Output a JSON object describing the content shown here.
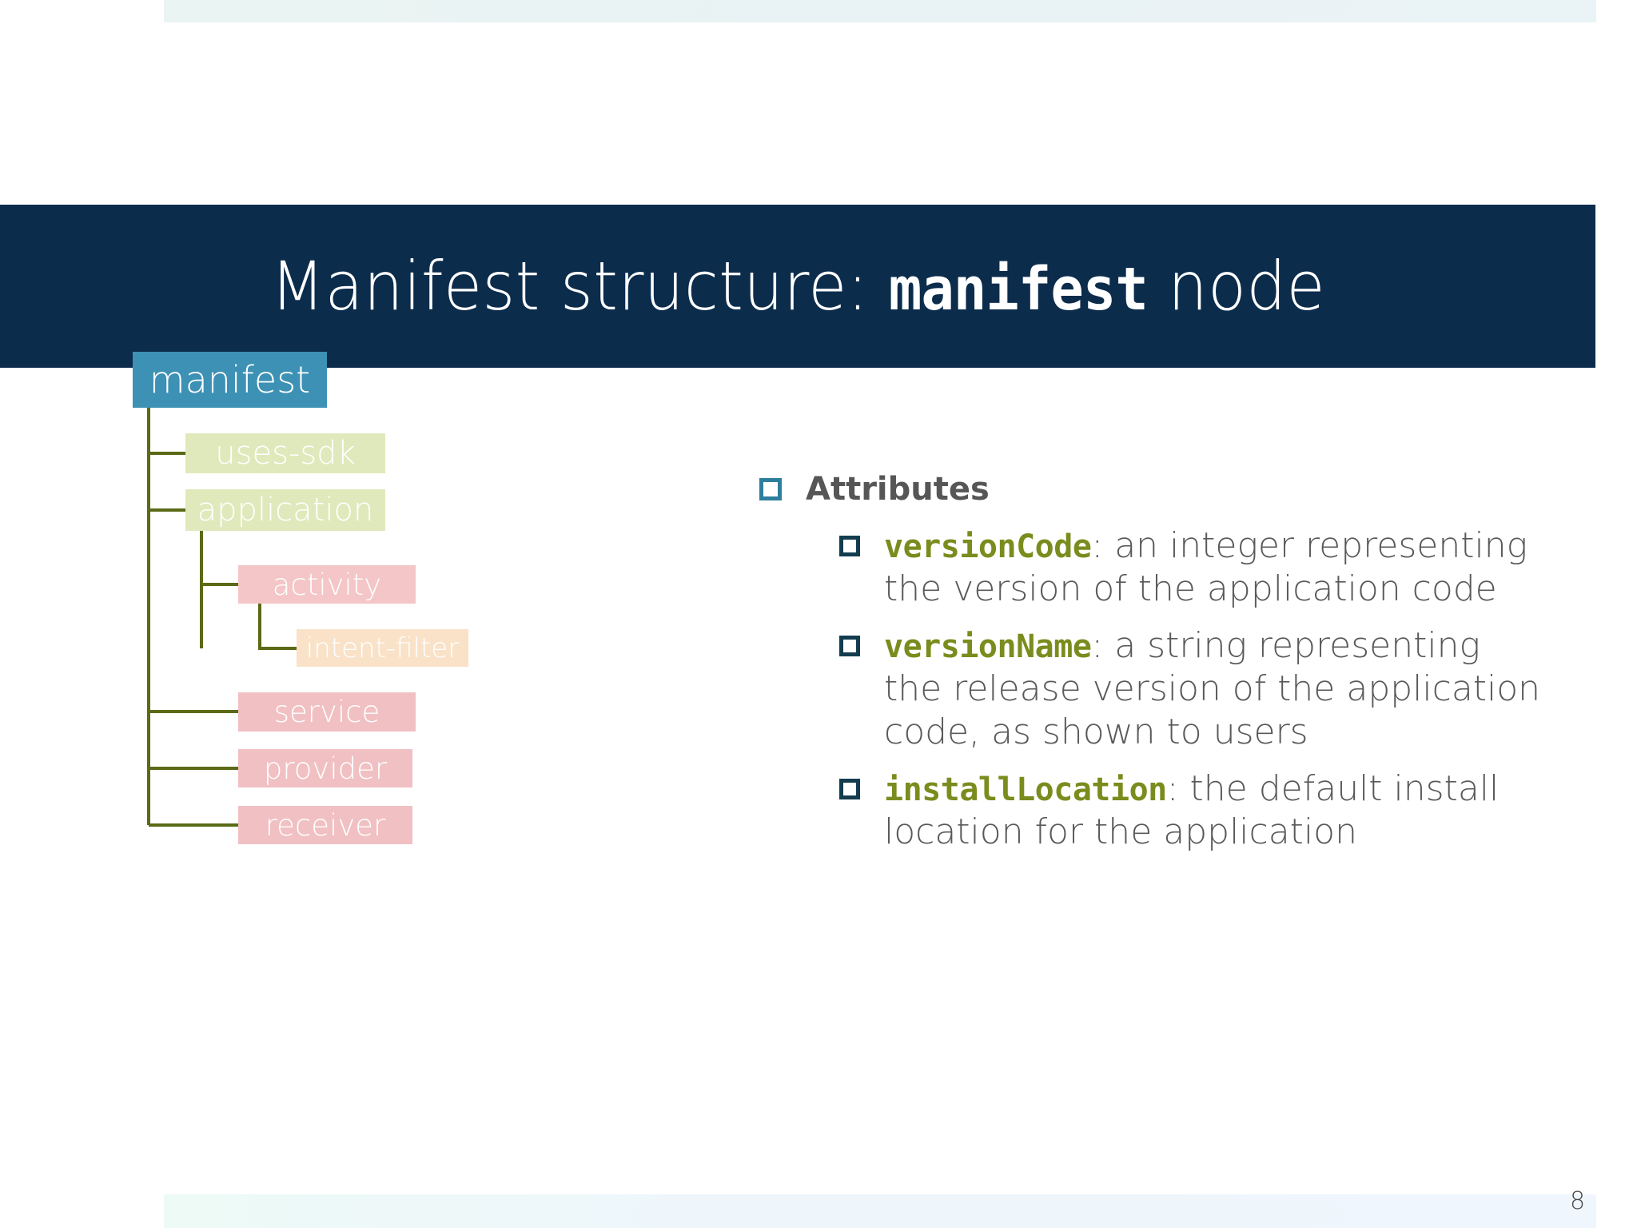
{
  "slide": {
    "page_number": "8",
    "title": {
      "prefix": "Manifest structure: ",
      "code": "manifest",
      "suffix": " node"
    }
  },
  "colors": {
    "title_bar": "#0c2c4c",
    "accent_teal": "#3d91b4",
    "node_green": "#dfe9bb",
    "node_pink": "#f1c0c3",
    "node_peach": "#f9e2c8",
    "connector_olive": "#5a6a16",
    "code_olive": "#7b8c1e",
    "body_gray": "#595959",
    "top_strip": "#e9f2f4",
    "bottom_strip": "#eef6fc"
  },
  "tree": {
    "nodes": [
      {
        "id": "manifest",
        "label": "manifest",
        "level": 0
      },
      {
        "id": "uses-sdk",
        "label": "uses-sdk",
        "level": 1
      },
      {
        "id": "application",
        "label": "application",
        "level": 1
      },
      {
        "id": "activity",
        "label": "activity",
        "level": 2
      },
      {
        "id": "intent-filter",
        "label": "intent-filter",
        "level": 3
      },
      {
        "id": "service",
        "label": "service",
        "level": 2
      },
      {
        "id": "provider",
        "label": "provider",
        "level": 2
      },
      {
        "id": "receiver",
        "label": "receiver",
        "level": 2
      }
    ]
  },
  "content": {
    "heading": "Attributes",
    "attributes": [
      {
        "name": "versionCode",
        "description": ": an integer representing the version of the application code"
      },
      {
        "name": "versionName",
        "description": ": a string representing the release version of the application code, as shown to users"
      },
      {
        "name": "installLocation",
        "description": ": the default install location for the application"
      }
    ]
  }
}
